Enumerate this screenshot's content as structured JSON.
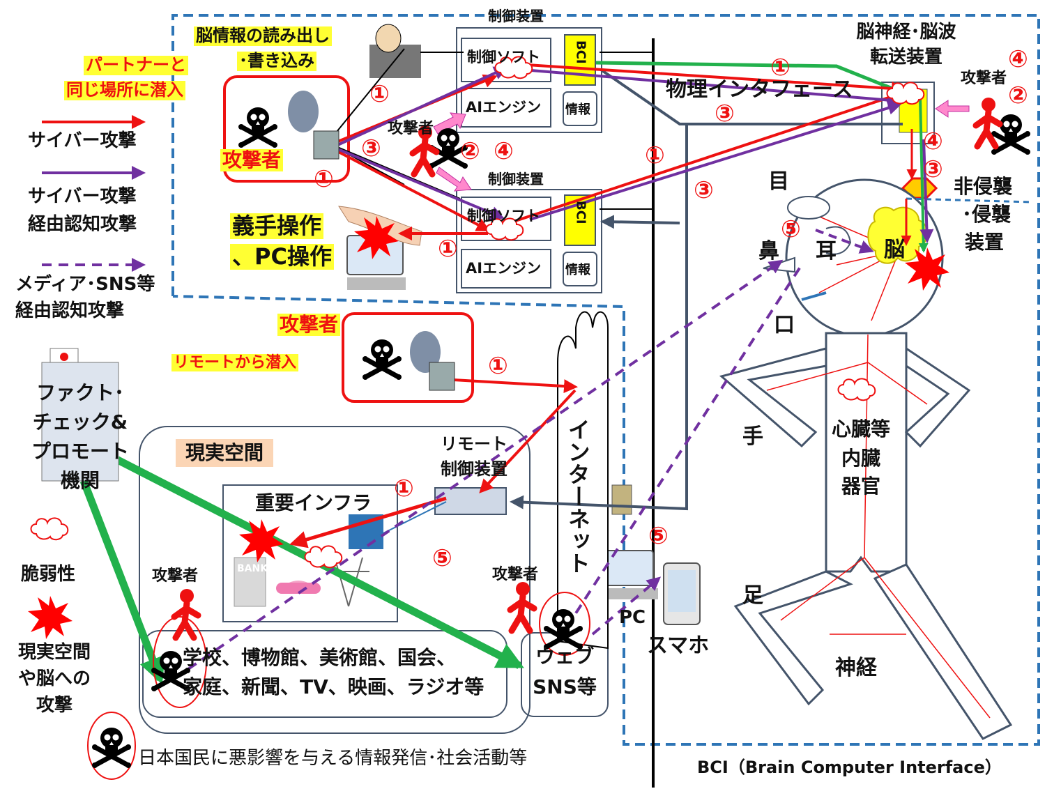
{
  "legend": {
    "cyber_attack": "サイバー攻撃",
    "cognitive_via_cyber_line1": "サイバー攻撃",
    "cognitive_via_cyber_line2": "経由認知攻撃",
    "cognitive_via_media_line1": "メディア･SNS等",
    "cognitive_via_media_line2": "経由認知攻撃",
    "vulnerability": "脆弱性",
    "attack_line1": "現実空間",
    "attack_line2": "や脳への",
    "attack_line3": "攻撃"
  },
  "top_left": {
    "brain_rw_line1": "脳情報の読み出し",
    "brain_rw_line2": "･書き込み",
    "partner_line1": "パートナーと",
    "partner_line2": "同じ場所に潜入",
    "attacker": "攻撃者",
    "prosthetic_line1": "義手操作",
    "prosthetic_line2": "、PC操作"
  },
  "devices": {
    "control_device_1": "制御装置",
    "control_device_2": "制御装置",
    "control_soft": "制御ソフト",
    "ai_engine": "AIエンジン",
    "info": "情報",
    "bci": "BCI",
    "attacker_mid": "攻撃者"
  },
  "right": {
    "transfer_line1": "脳神経･脳波",
    "transfer_line2": "転送装置",
    "physical_interface": "物理インタフェース",
    "attacker": "攻撃者",
    "noninvasive_line1": "非侵襲",
    "noninvasive_line2": "･侵襲",
    "noninvasive_line3": "装置",
    "eye": "目",
    "nose": "鼻",
    "ear": "耳",
    "brain": "脳",
    "mouth": "口",
    "hand": "手",
    "heart_line1": "心臓等",
    "heart_line2": "内臓",
    "heart_line3": "器官",
    "foot": "足",
    "nerve": "神経"
  },
  "middle": {
    "remote_attacker": "攻撃者",
    "remote_intrusion": "リモートから潜入",
    "internet": "インターネット",
    "remote_device_line1": "リモート",
    "remote_device_line2": "制御装置",
    "real_space": "現実空間",
    "critical_infra": "重要インフラ",
    "bank": "BANK",
    "attacker_left": "攻撃者",
    "attacker_right": "攻撃者",
    "institutions_line1": "学校、博物館、美術館、国会、",
    "institutions_line2": "家庭、新聞、TV、映画、ラジオ等",
    "web_line1": "ウェブ",
    "web_line2": "SNS等",
    "pc": "PC",
    "smartphone": "スマホ"
  },
  "factcheck": {
    "line1": "ファクト･",
    "line2": "チェック&",
    "line3": "プロモート",
    "line4": "機関"
  },
  "footer": {
    "note": "日本国民に悪影響を与える情報発信･社会活動等",
    "bci_full": "BCI（Brain Computer Interface）"
  },
  "numbers": {
    "n1": "①",
    "n2": "②",
    "n3": "③",
    "n4": "④",
    "n5": "⑤"
  },
  "colors": {
    "cyber": "#ee1111",
    "cognitive": "#7030a0",
    "factcheck": "#22b14c",
    "region": "#2e75b6",
    "highlight": "#ffff33"
  }
}
